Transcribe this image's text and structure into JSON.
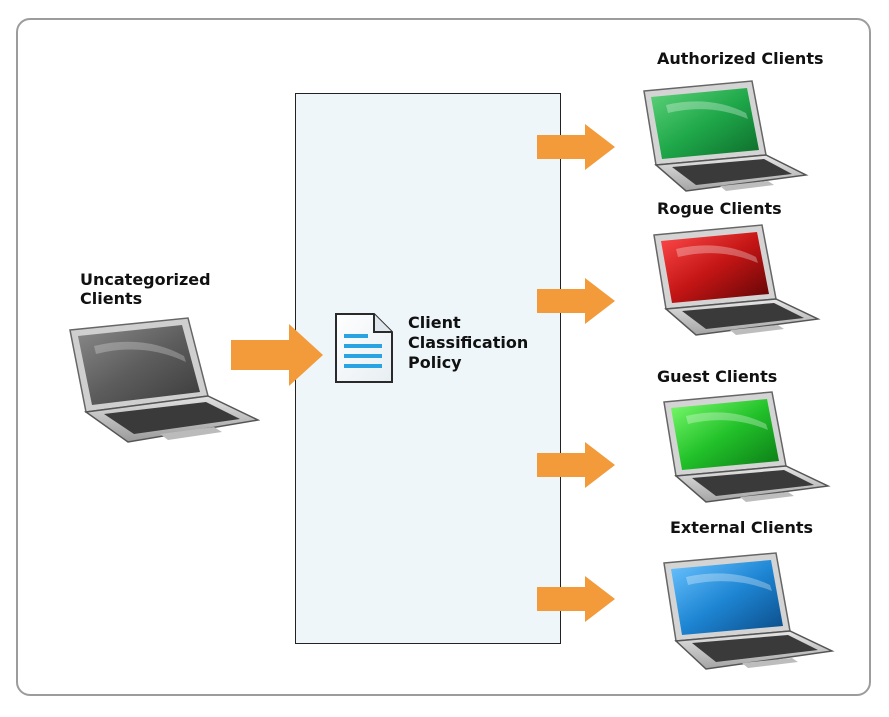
{
  "diagram": {
    "source": {
      "label_line1": "Uncategorized",
      "label_line2": "Clients",
      "screen_color": "gray"
    },
    "policy": {
      "line1": "Client",
      "line2": "Classification",
      "line3": "Policy",
      "icon": "document-icon"
    },
    "targets": [
      {
        "label": "Authorized Clients",
        "screen_color": "#1fa84a"
      },
      {
        "label": "Rogue Clients",
        "screen_color": "#c41515"
      },
      {
        "label": "Guest Clients",
        "screen_color": "#22c12a"
      },
      {
        "label": "External Clients",
        "screen_color": "#1e86d4"
      }
    ],
    "arrow_color": "#f39a3b"
  }
}
